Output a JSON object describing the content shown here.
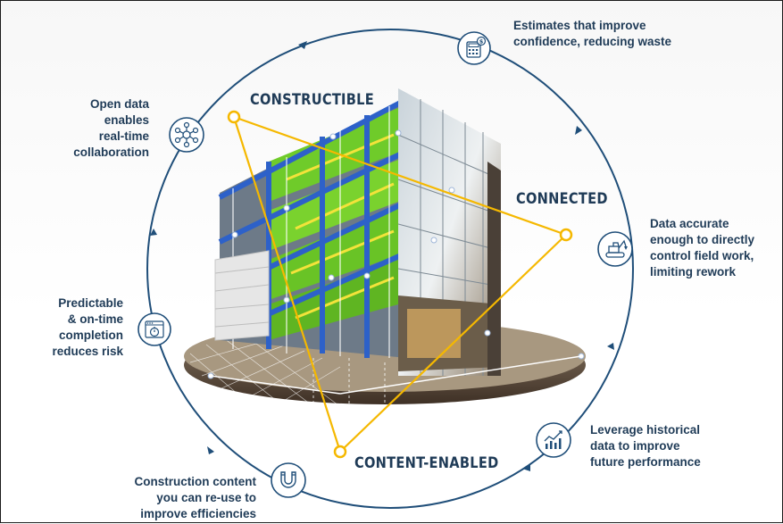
{
  "pillars": {
    "constructible": "CONSTRUCTIBLE",
    "connected": "CONNECTED",
    "content_enabled": "CONTENT-ENABLED"
  },
  "benefits": {
    "estimates": [
      "Estimates that improve",
      "confidence, reducing waste"
    ],
    "open_data": [
      "Open data",
      "enables",
      "real-time",
      "collaboration"
    ],
    "field_work": [
      "Data accurate",
      "enough to directly",
      "control field work,",
      "limiting rework"
    ],
    "predictable": [
      "Predictable",
      "& on-time",
      "completion",
      "reduces risk"
    ],
    "historical": [
      "Leverage historical",
      "data to improve",
      "future performance"
    ],
    "content_reuse": [
      "Construction content",
      "you can re-use to",
      "improve efficiencies"
    ]
  },
  "icons": {
    "estimates": "calculator-dollar-icon",
    "open_data": "network-collaboration-icon",
    "field_work": "excavator-icon",
    "predictable": "stopwatch-icon",
    "historical": "line-chart-icon",
    "content_reuse": "magnet-icon"
  },
  "colors": {
    "cycle": "#1f4e79",
    "text": "#1f3b57",
    "triangle": "#f5b800"
  }
}
